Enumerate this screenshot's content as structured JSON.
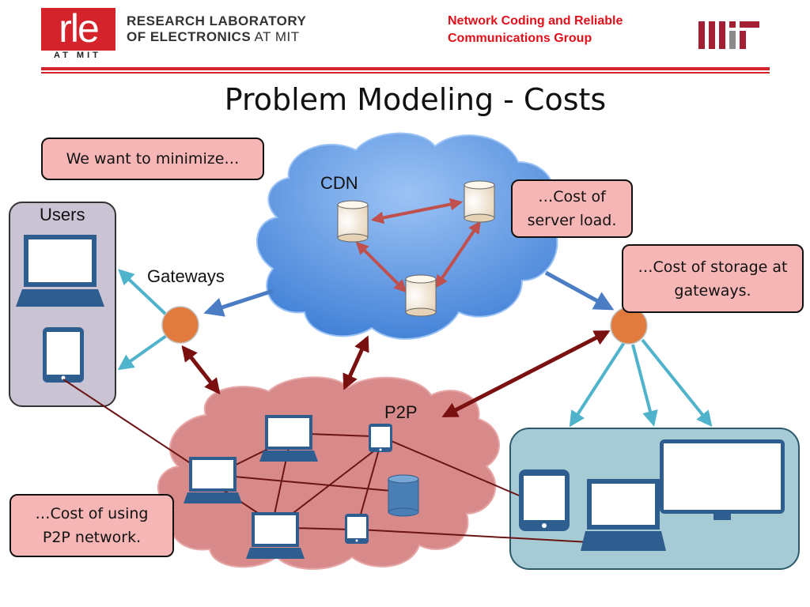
{
  "header": {
    "rle_logo_text": "rle",
    "rle_logo_sub": "AT MIT",
    "lab_line1": "RESEARCH LABORATORY",
    "lab_line2_bold": "OF ELECTRONICS",
    "lab_line2_rest": " AT MIT",
    "group_line1": "Network Coding and Reliable",
    "group_line2": "Communications Group",
    "mit_logo_text": "MIT"
  },
  "slide": {
    "title": "Problem Modeling - Costs"
  },
  "callouts": {
    "minimize": "We want to minimize…",
    "server_load_1": "…Cost of",
    "server_load_2": "server load.",
    "storage_1": "…Cost of storage at",
    "storage_2": "gateways.",
    "p2p_1": "…Cost of using",
    "p2p_2": "P2P network."
  },
  "labels": {
    "users": "Users",
    "gateways": "Gateways",
    "cdn": "CDN",
    "p2p": "P2P"
  },
  "colors": {
    "brand_red": "#d4232b",
    "cdn_blue": "#4a86d6",
    "p2p_pink": "#d88a8a",
    "gateway_orange": "#e07b3d",
    "callout_fill": "#f7b6b6",
    "device_blue": "#2e5d90",
    "arrow_dark_red": "#7a1010",
    "arrow_teal": "#4fb3cc"
  }
}
